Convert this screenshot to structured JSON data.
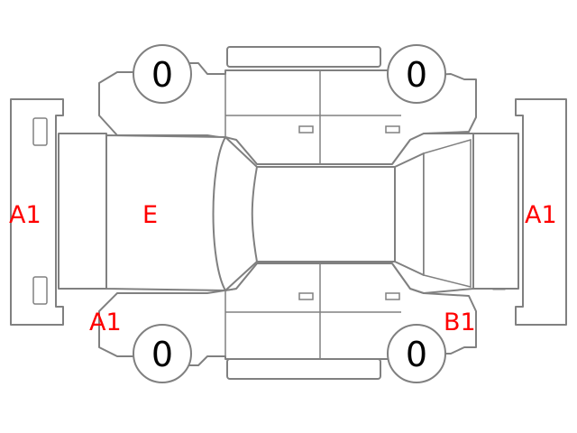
{
  "labels": {
    "front_bumper": "A1",
    "rear_bumper": "A1",
    "hood": "E",
    "front_left_corner": "A1",
    "rear_right_corner": "B1"
  },
  "tires": {
    "front_left": "0",
    "rear_left": "0",
    "front_right": "0",
    "rear_right": "0"
  },
  "colors": {
    "outline": "#808080",
    "label": "#ff0000",
    "headlight": "#ffee00",
    "taillight": "#ee1111"
  }
}
